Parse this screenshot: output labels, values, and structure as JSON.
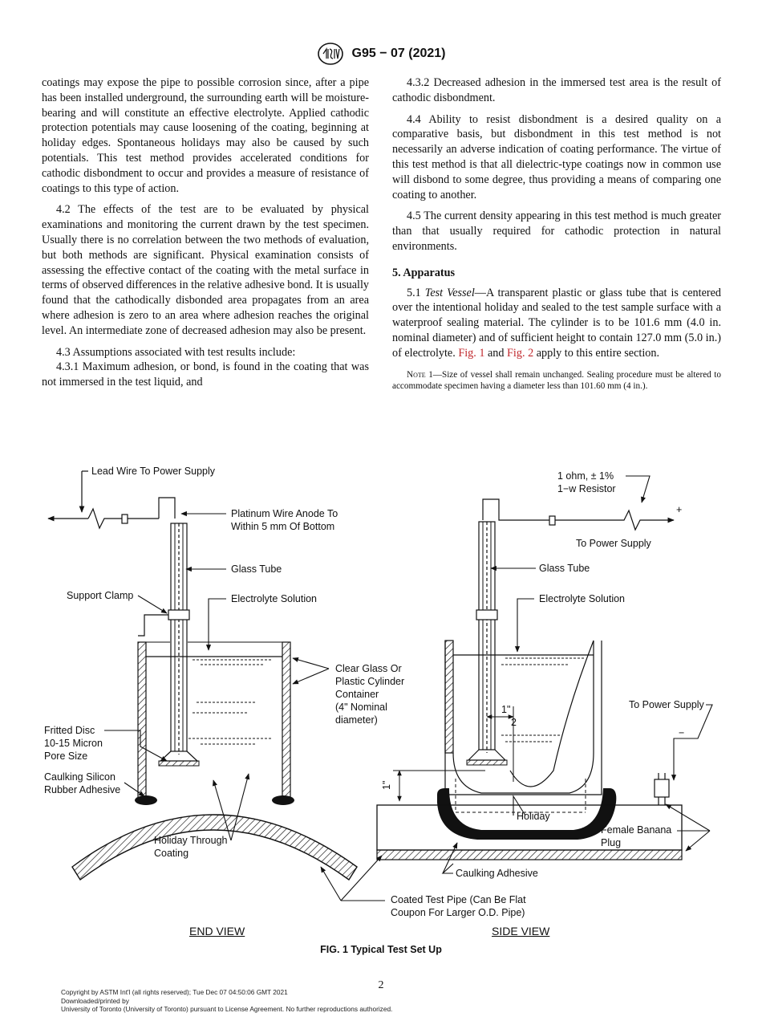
{
  "header": {
    "designation": "G95 − 07 (2021)"
  },
  "left_column": {
    "p1": "coatings may expose the pipe to possible corrosion since, after a pipe has been installed underground, the surrounding earth will be moisture-bearing and will constitute an effective electrolyte. Applied cathodic protection potentials may cause loosening of the coating, beginning at holiday edges. Spontaneous holidays may also be caused by such potentials. This test method provides accelerated conditions for cathodic disbondment to occur and provides a measure of resistance of coatings to this type of action.",
    "p2": "4.2 The effects of the test are to be evaluated by physical examinations and monitoring the current drawn by the test specimen. Usually there is no correlation between the two methods of evaluation, but both methods are significant. Physical examination consists of assessing the effective contact of the coating with the metal surface in terms of observed differences in the relative adhesive bond. It is usually found that the cathodically disbonded area propagates from an area where adhesion is zero to an area where adhesion reaches the original level. An intermediate zone of decreased adhesion may also be present.",
    "p3": "4.3 Assumptions associated with test results include:",
    "p4": "4.3.1 Maximum adhesion, or bond, is found in the coating that was not immersed in the test liquid, and"
  },
  "right_column": {
    "p1": "4.3.2 Decreased adhesion in the immersed test area is the result of cathodic disbondment.",
    "p2": "4.4 Ability to resist disbondment is a desired quality on a comparative basis, but disbondment in this test method is not necessarily an adverse indication of coating performance. The virtue of this test method is that all dielectric-type coatings now in common use will disbond to some degree, thus providing a means of comparing one coating to another.",
    "p3": "4.5 The current density appearing in this test method is much greater than that usually required for cathodic protection in natural environments.",
    "section_title": "5. Apparatus",
    "p4_num": "5.1",
    "p4_term": "Test Vessel",
    "p4_text": "—A transparent plastic or glass tube that is centered over the intentional holiday and sealed to the test sample surface with a waterproof sealing material. The cylinder is to be 101.6 mm (4.0 in. nominal diameter) and of sufficient height to contain 127.0 mm (5.0 in.) of electrolyte.",
    "fig1_link": "Fig. 1",
    "and": "and",
    "fig2_link": "Fig. 2",
    "p4_tail": "apply to this entire section.",
    "note_label": "Note",
    "note_text": "1—Size of vessel shall remain unchanged. Sealing procedure must be altered to accommodate specimen having a diameter less than 101.60 mm (4 in.)."
  },
  "figure": {
    "lead_wire": "Lead Wire To Power Supply",
    "platinum_1": "Platinum Wire Anode To",
    "platinum_2": "Within 5 mm Of Bottom",
    "glass_tube": "Glass Tube",
    "support_clamp": "Support Clamp",
    "electrolyte": "Electrolyte Solution",
    "container_1": "Clear Glass Or",
    "container_2": "Plastic Cylinder",
    "container_3": "Container",
    "container_4": "(4\" Nominal",
    "container_5": "diameter)",
    "fritted_1": "Fritted Disc",
    "fritted_2": "10-15 Micron",
    "fritted_3": "Pore Size",
    "caulk_1": "Caulking Silicon",
    "caulk_2": "Rubber Adhesive",
    "holiday_through_1": "Holiday Through",
    "holiday_through_2": "Coating",
    "resistor_1": "1 ohm, ± 1%",
    "resistor_2": "1−w Resistor",
    "plus": "+",
    "minus": "−",
    "to_power_supply": "To Power Supply",
    "to_power_supply_2": "To Power Supply",
    "glass_tube_2": "Glass Tube",
    "electrolyte_2": "Electrolyte Solution",
    "half_inch": "1\"",
    "half_inch_den": "2",
    "one_inch": "1\"",
    "holiday": "Holiday",
    "banana_1": "Female Banana",
    "banana_2": "Plug",
    "caulking_adhesive": "Caulking Adhesive",
    "coated_1": "Coated Test Pipe (Can Be Flat",
    "coated_2": "Coupon For Larger O.D. Pipe)",
    "end_view": "END VIEW",
    "side_view": "SIDE VIEW"
  },
  "caption": "FIG. 1 Typical Test Set Up",
  "page_number": "2",
  "footer": {
    "line1": "Copyright by ASTM Int'l (all rights reserved); Tue Dec 07 04:50:06 GMT 2021",
    "line2": "Downloaded/printed by",
    "line3": "University of Toronto (University of Toronto) pursuant to License Agreement. No further reproductions authorized."
  }
}
